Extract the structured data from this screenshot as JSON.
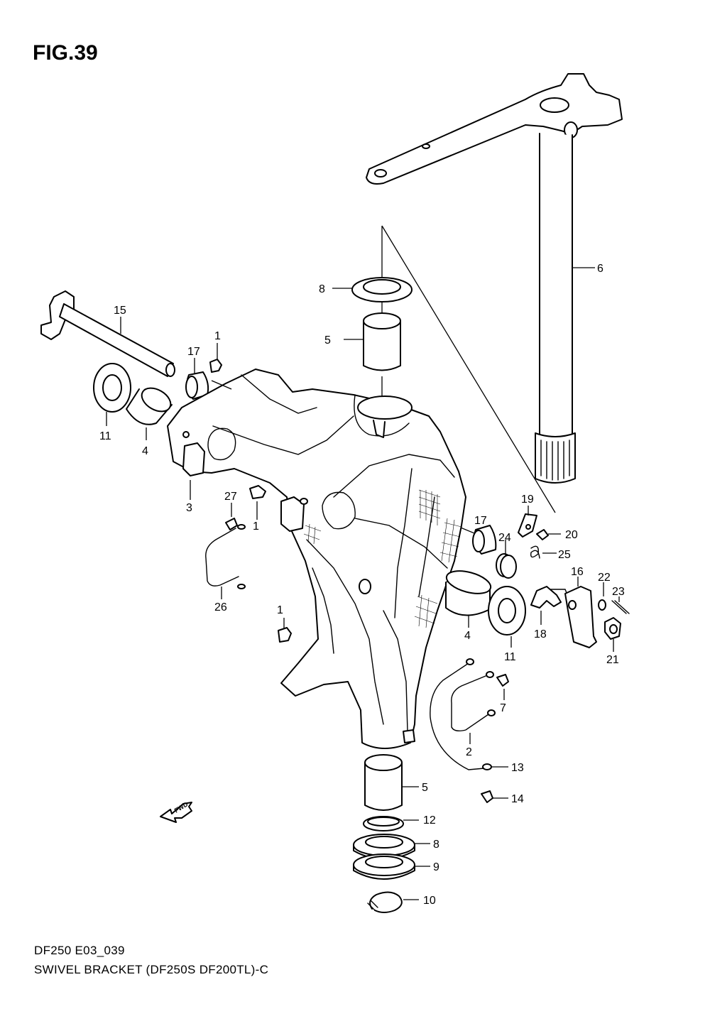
{
  "figure": {
    "title": "FIG.39",
    "code": "DF250 E03_039",
    "caption": "SWIVEL BRACKET (DF250S DF200TL)-C"
  },
  "fwd_label": "FWD",
  "callouts": [
    "6",
    "8",
    "5",
    "15",
    "1",
    "17",
    "11",
    "4",
    "3",
    "27",
    "1",
    "26",
    "1",
    "19",
    "20",
    "17",
    "24",
    "25",
    "16",
    "22",
    "23",
    "21",
    "18",
    "11",
    "4",
    "7",
    "2",
    "13",
    "14",
    "5",
    "12",
    "8",
    "9",
    "10"
  ]
}
